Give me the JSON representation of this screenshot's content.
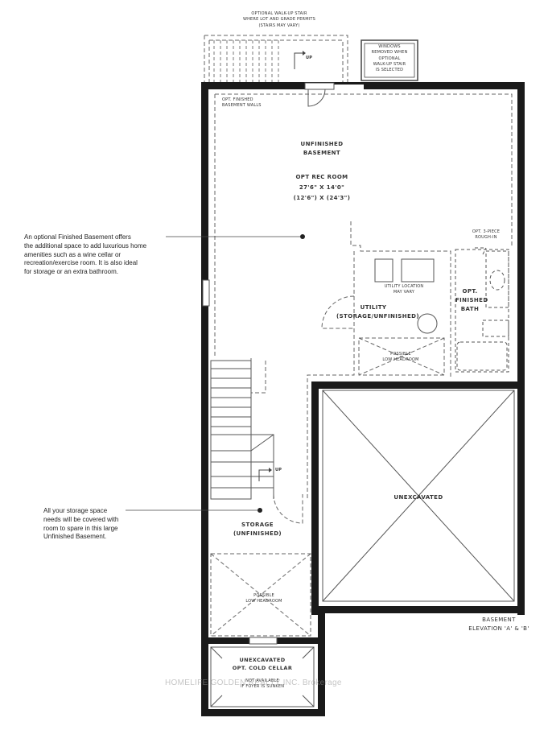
{
  "labels": {
    "walkup_stair": "OPTIONAL WALK-UP STAIR\nWHERE LOT AND GRADE PERMITS\n(STAIRS MAY VARY)",
    "windows_removed": "WINDOWS\nREMOVED WHEN\nOPTIONAL\nWALK-UP STAIR\nIS SELECTED",
    "up_top": "UP",
    "opt_finished_walls": "OPT. FINISHED\nBASEMENT WALLS",
    "unfinished_basement": "UNFINISHED\nBASEMENT",
    "rec_room": "OPT REC ROOM",
    "rec_dims_imperial": "27'6\" X 14'0\"",
    "rec_dims_metric": "(12'6\") X (24'3\")",
    "opt_3piece": "OPT. 3-PIECE\nROUGH-IN",
    "utility_location": "UTILITY LOCATION\nMAY VARY",
    "opt_finished_bath": "OPT.\nFINISHED\nBATH",
    "utility": "UTILITY\n(STORAGE/UNFINISHED)",
    "low_headroom_1": "POSSIBLE\nLOW HEADROOM",
    "unexcavated": "UNEXCAVATED",
    "up_stair": "UP",
    "storage": "STORAGE\n(UNFINISHED)",
    "low_headroom_2": "POSSIBLE\nLOW HEADROOM",
    "basement_elevation": "BASEMENT\nELEVATION 'A' & 'B'",
    "cold_cellar": "UNEXCAVATED\nOPT. COLD CELLAR",
    "cold_cellar_note": "NOT AVAILABLE\nIF FOYER IS SUNKEN"
  },
  "notes": {
    "finished_basement": "An optional Finished Basement offers\nthe additional space to add luxurious home\namenities such as a wine cellar or\nrecreation/exercise room. It is also ideal\nfor storage or an extra bathroom.",
    "storage_space": "All your storage space\nneeds will be covered with\nroom to spare in this large\nUnfinished Basement."
  },
  "watermark": "HOMELIFE GOLDEN REALTY INC. Brokerage",
  "colors": {
    "wall": "#1a1a1a",
    "line": "#555555",
    "dash": "#666666",
    "text": "#222222"
  }
}
